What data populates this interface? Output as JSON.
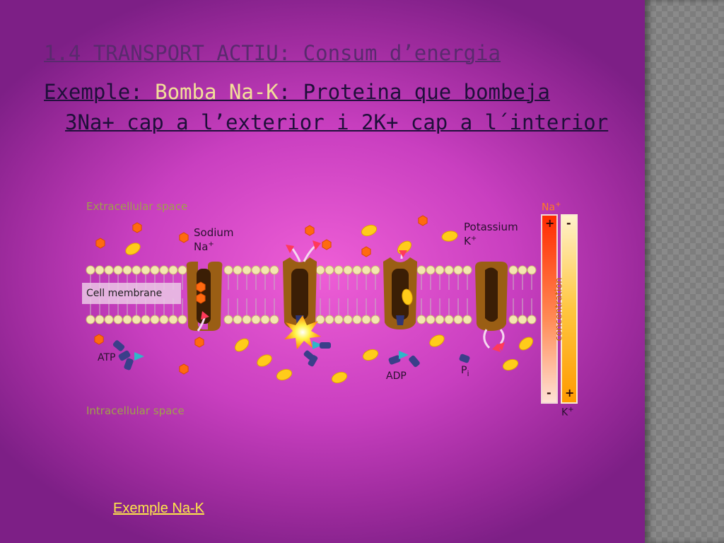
{
  "slide": {
    "title": "1.4 TRANSPORT ACTIU: Consum d’energia",
    "example_prefix": "Exemple: ",
    "example_highlight": "Bomba Na-K",
    "example_suffix": ": Proteina que bombeja",
    "example_line2": "3Na+ cap a l’exterior i 2K+ cap a l´interior",
    "link": "Exemple Na-K"
  },
  "diagram": {
    "extracellular": "Extracellular space",
    "intracellular": "Intracellular space",
    "cell_membrane": "Cell membrane",
    "sodium": "Sodium",
    "na": "Na",
    "potassium": "Potassium",
    "k": "K",
    "plus": "+",
    "minus": "-",
    "atp": "ATP",
    "adp": "ADP",
    "pi": "P",
    "pi_sub": "i",
    "concentration": "concentration",
    "na_plus_label": "Na",
    "k_plus_label": "K"
  },
  "colors": {
    "sodium": "#ff6a10",
    "potassium": "#ffcc1a",
    "protein": "#9a5e14",
    "atp_molecule": "#3a3f8a",
    "phosphate": "#2fb7c8",
    "title": "#5a2a6e",
    "text": "#1f0f3a",
    "highlight": "#f2e098",
    "link": "#ffe84a"
  },
  "icons": [
    "atp-molecule-icon",
    "adp-molecule-icon",
    "phosphate-icon",
    "energy-burst-icon",
    "arrow-icon"
  ]
}
